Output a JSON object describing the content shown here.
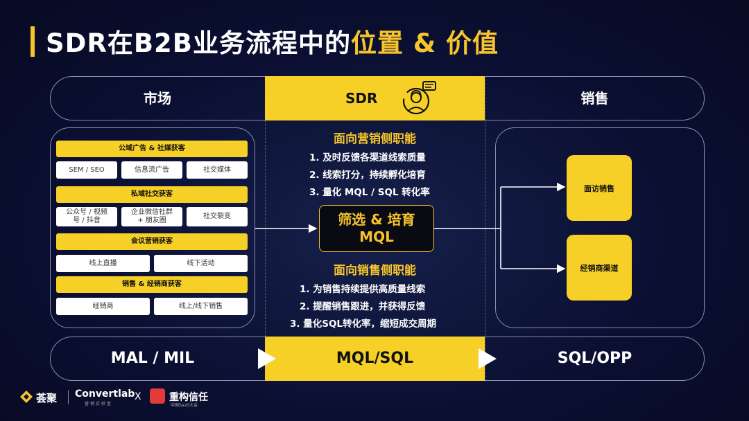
{
  "title": {
    "prefix": "SDR在B2B业务流程中的",
    "highlight": "位置 & 价值"
  },
  "columns": {
    "market": "市场",
    "sdr": "SDR",
    "sales": "销售"
  },
  "market": {
    "groups": [
      {
        "label": "公域广告 & 社媒获客",
        "items": [
          "SEM / SEO",
          "信息流广告",
          "社交媒体"
        ]
      },
      {
        "label": "私域社交获客",
        "items": [
          "公众号 / 视频号 / 抖音",
          "企业微信社群 + 朋友圈",
          "社交裂变"
        ]
      },
      {
        "label": "会议营销获客",
        "items": [
          "线上直播",
          "线下活动"
        ]
      },
      {
        "label": "销售 & 经销商获客",
        "items": [
          "经销商",
          "线上/线下销售"
        ]
      }
    ]
  },
  "sdr": {
    "marketing_title": "面向营销侧职能",
    "marketing_duties": [
      "1. 及时反馈各渠道线索质量",
      "2. 线索打分，持续孵化培育",
      "3. 量化 MQL / SQL 转化率"
    ],
    "center_line1": "筛选 & 培育",
    "center_line2": "MQL",
    "sales_title": "面向销售侧职能",
    "sales_duties": [
      "1. 为销售持续提供高质量线索",
      "2. 提醒销售跟进，并获得反馈",
      "3. 量化SQL转化率，缩短成交周期"
    ]
  },
  "sales": {
    "card1": "面访销售",
    "card2": "经销商渠道"
  },
  "stages": {
    "left": "MAL / MIL",
    "middle": "MQL/SQL",
    "right": "SQL/OPP"
  },
  "footer": {
    "brand1": "荟聚",
    "brand2": "Convertlab",
    "sub2": "营销实验室",
    "x": "X",
    "brand3": "重构信任",
    "sub3": "中国SaaS大会"
  },
  "colors": {
    "accent": "#f7d027",
    "background": "#0b1033"
  }
}
